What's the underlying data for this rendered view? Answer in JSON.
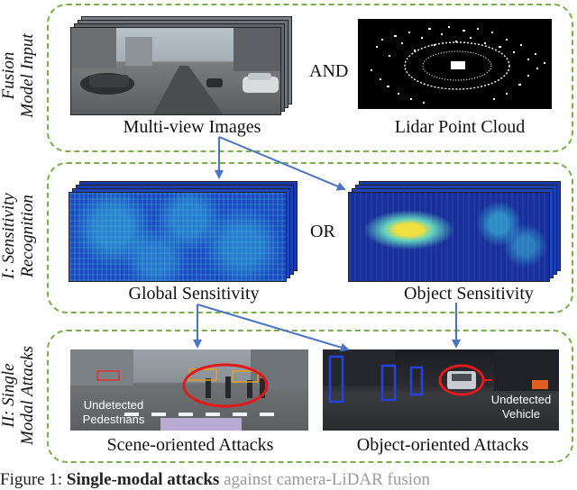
{
  "panels": {
    "fusion": {
      "side_label_line1": "Fusion",
      "side_label_line2": "Model Input",
      "connector": "AND",
      "left_caption": "Multi-view Images",
      "right_caption": "Lidar Point Cloud"
    },
    "sensitivity": {
      "side_label_line1": "I: Sensitivity",
      "side_label_line2": "Recognition",
      "connector": "OR",
      "left_caption": "Global Sensitivity",
      "right_caption": "Object Sensitivity"
    },
    "attacks": {
      "side_label_line1": "II: Single",
      "side_label_line2": "Modal Attacks",
      "left_caption": "Scene-oriented Attacks",
      "right_caption": "Object-oriented Attacks",
      "left_overlay_line1": "Undetected",
      "left_overlay_line2": "Pedestrians",
      "right_overlay_line1": "Undetected",
      "right_overlay_line2": "Vehicle"
    }
  },
  "figure_caption": {
    "prefix": "Figure 1: ",
    "bold": "Single-modal attacks",
    "rest": " against camera-LiDAR fusion"
  },
  "colors": {
    "dashed_border": "#77b04a",
    "arrow": "#4a74c4",
    "highlight_ellipse": "#e01a1a",
    "detection_box": "#2244dd",
    "heat_low": "#1838b8",
    "heat_mid": "#40c8e0",
    "heat_high": "#f0e040"
  },
  "icons": {
    "arrow": "arrow-icon"
  }
}
